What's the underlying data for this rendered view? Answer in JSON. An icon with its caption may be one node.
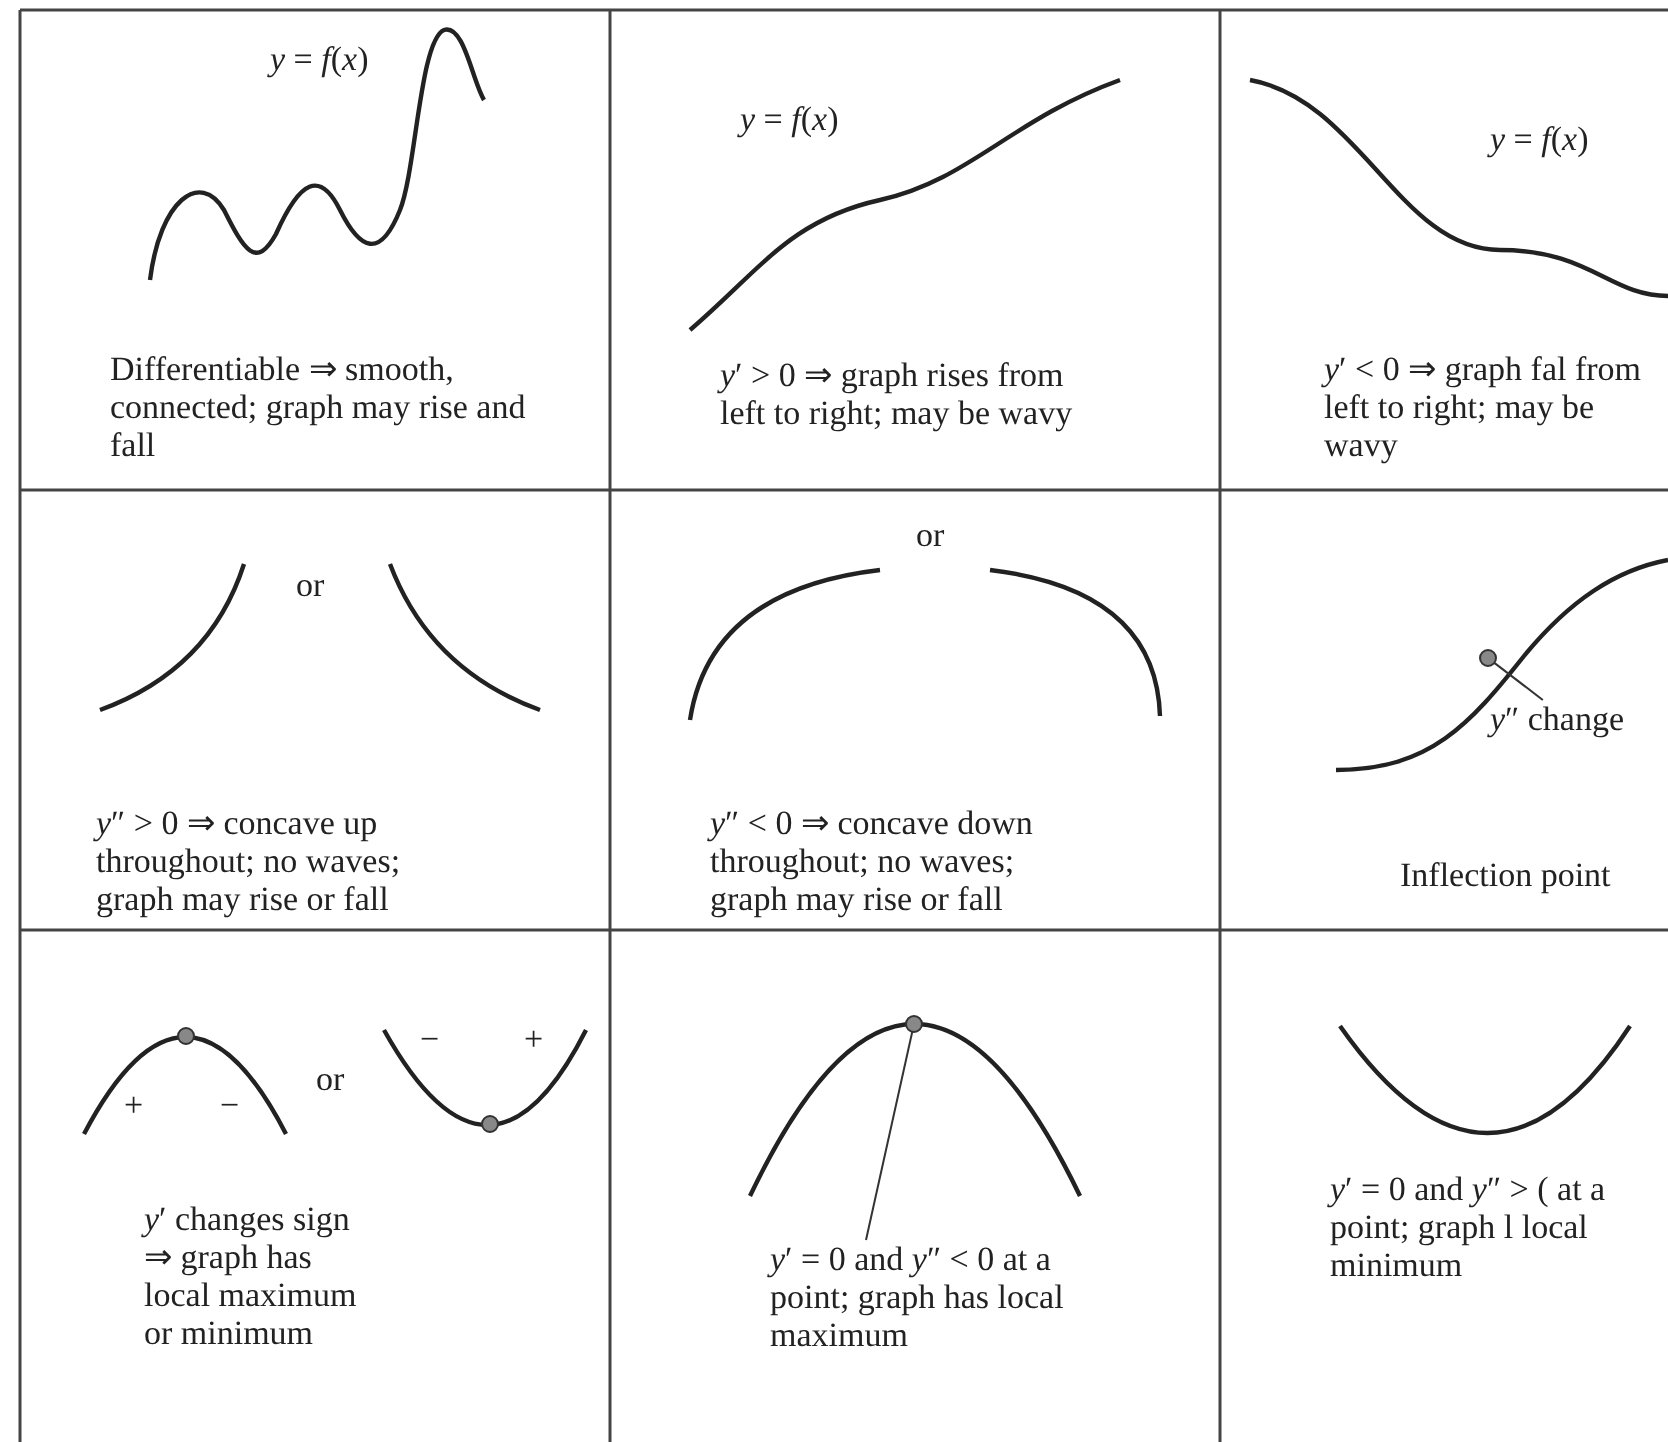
{
  "diagram": {
    "nodes": [
      {
        "text": [
          "*y*″ change"
        ]
      },
      {
        "text": [],
        "shape": "circle"
      },
      {
        "text": [
          "*y*′ = 0 and *y*″ < 0 at a point; graph has local maximum"
        ]
      },
      {
        "text": [],
        "shape": "circle"
      }
    ],
    "edges": [
      {
        "from": 0,
        "to": 1,
        "arrow": "none"
      },
      {
        "from": 2,
        "to": 3,
        "arrow": "none"
      }
    ],
    "labels": [
      "*y* = *f*(*x*)",
      "Differentiable ⇒ smooth, connected; graph may rise and fall",
      "*y* = *f*(*x*)",
      "*y*′ > 0 ⇒ graph rises from left to right; may be wavy",
      "*y* = *f*(*x*)",
      "*y*′ < 0 ⇒ graph fal from left to right; may be wavy",
      "or",
      "*y*″ > 0 ⇒ concave up throughout; no waves; graph may rise or fall",
      "or",
      "*y*″ < 0 ⇒ concave down throughout; no waves; graph may rise or fall",
      "Inflection point",
      "+",
      "−",
      "or",
      "−",
      "+",
      "*y*′ changes sign ⇒ graph has local maximum or minimum",
      "*y*′ = 0 and *y*″ > ( at a point; graph l local minimum"
    ]
  }
}
